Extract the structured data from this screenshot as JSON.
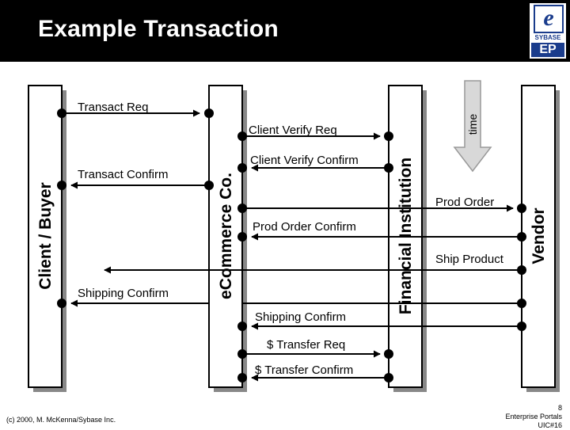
{
  "slide": {
    "title": "Example Transaction",
    "logo_brand": "SYBASE",
    "logo_product": "EP"
  },
  "columns": {
    "client": "Client / Buyer",
    "ecommerce": "eCommerce Co.",
    "financial": "Financial Institution",
    "vendor": "Vendor"
  },
  "time_label": "time",
  "messages": [
    {
      "id": "transact-req",
      "label": "Transact Req"
    },
    {
      "id": "client-verify-req",
      "label": "Client Verify Req"
    },
    {
      "id": "client-verify-confirm",
      "label": "Client Verify Confirm"
    },
    {
      "id": "transact-confirm",
      "label": "Transact Confirm"
    },
    {
      "id": "prod-order",
      "label": "Prod Order"
    },
    {
      "id": "prod-order-confirm",
      "label": "Prod Order Confirm"
    },
    {
      "id": "ship-product",
      "label": "Ship Product"
    },
    {
      "id": "shipping-confirm-client",
      "label": "Shipping Confirm"
    },
    {
      "id": "shipping-confirm-ecommerce",
      "label": "Shipping Confirm"
    },
    {
      "id": "transfer-req",
      "label": "$ Transfer Req"
    },
    {
      "id": "transfer-confirm",
      "label": "$ Transfer Confirm"
    }
  ],
  "footer": {
    "copyright": "(c) 2000, M. McKenna/Sybase Inc.",
    "page_number": "8",
    "course": "Enterprise Portals",
    "code": "UIC#16"
  },
  "colors": {
    "header_bg": "#000000",
    "column_shadow": "#888888",
    "arrow_fill": "#d8d8d8",
    "logo_blue": "#1a3c8c"
  }
}
